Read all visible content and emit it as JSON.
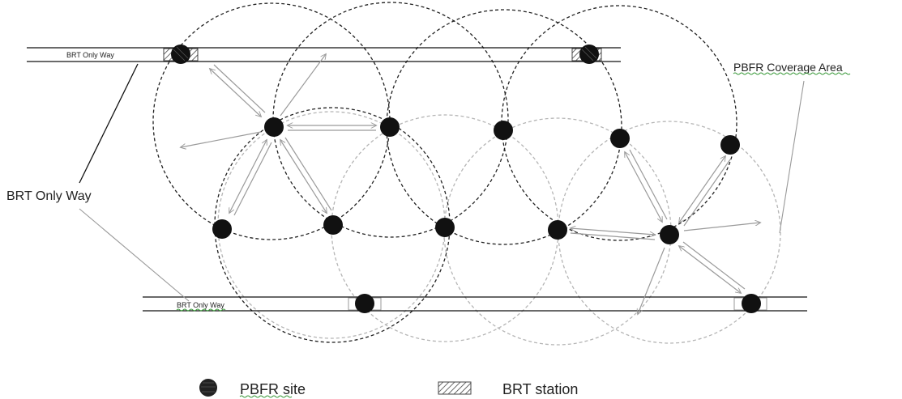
{
  "labels": {
    "top_road": "BRT Only Way",
    "left_callout": "BRT  Only Way",
    "bottom_road": "BRT  Only Way",
    "coverage_area": "PBFR   Coverage Area"
  },
  "legend": {
    "site_label": "PBFR  site",
    "station_label": "BRT station"
  },
  "colors": {
    "site_fill": "#111111",
    "coverage_dark": "#222222",
    "coverage_light": "#b5b5b5",
    "arrow": "#9a9a9a",
    "squiggle_underline": "#3a9a3a"
  },
  "icons": {
    "site": "filled-black-circle",
    "station": "hatched-rectangle",
    "coverage": "dashed-circle"
  }
}
